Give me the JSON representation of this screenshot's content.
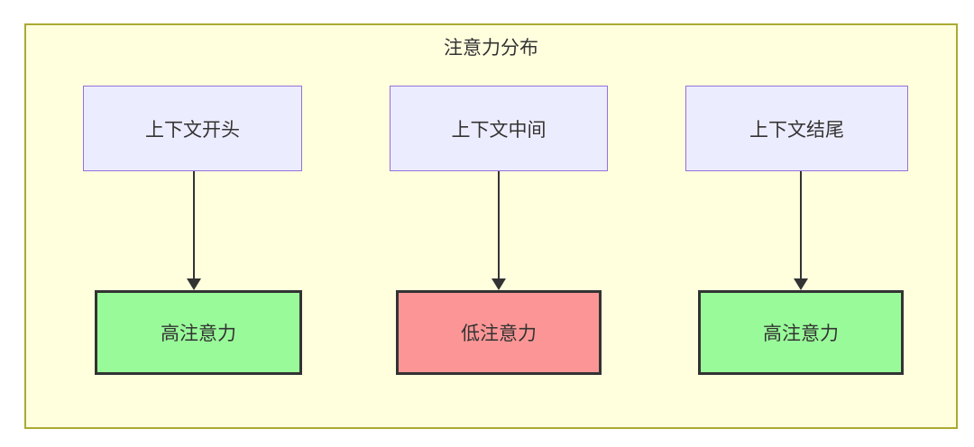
{
  "diagram": {
    "title": "注意力分布",
    "columns": [
      {
        "source": "上下文开头",
        "target": "高注意力",
        "attention_level": "high"
      },
      {
        "source": "上下文中间",
        "target": "低注意力",
        "attention_level": "low"
      },
      {
        "source": "上下文结尾",
        "target": "高注意力",
        "attention_level": "high"
      }
    ],
    "colors": {
      "container_background": "#ffffde",
      "container_border": "#aaaa33",
      "source_node_background": "#ececff",
      "source_node_border": "#9370db",
      "high_attention_background": "#99fa99",
      "low_attention_background": "#fc9696",
      "target_node_border": "#333333",
      "edge": "#333333",
      "text": "#333333"
    }
  }
}
